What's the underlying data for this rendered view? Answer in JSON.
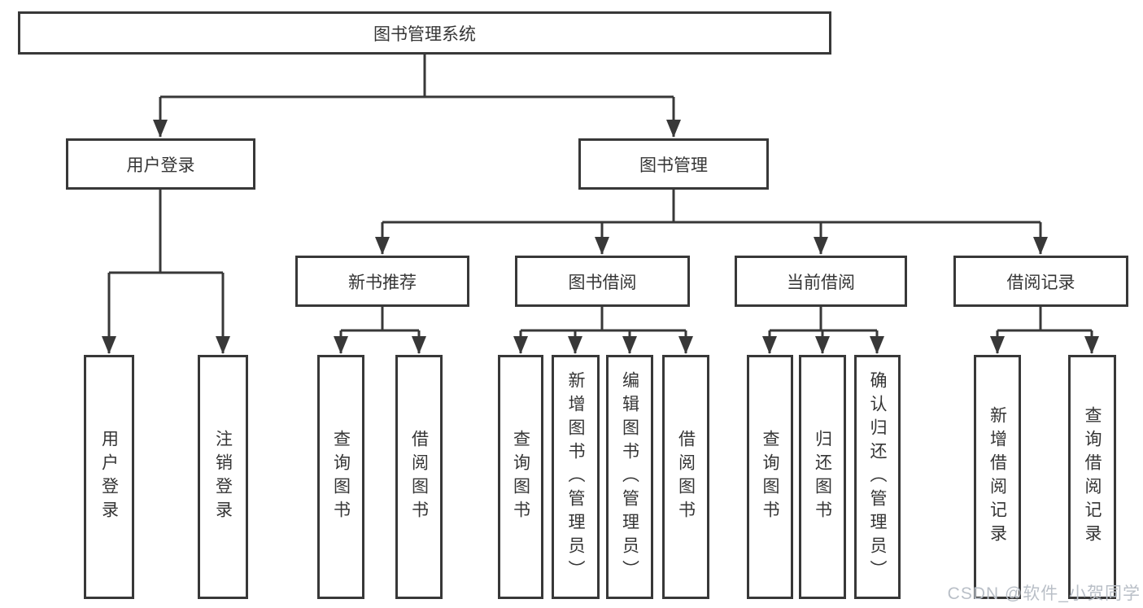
{
  "page": {
    "background": "#ffffff"
  },
  "tree": {
    "root": {
      "label": "图书管理系统"
    },
    "children": [
      {
        "label": "用户登录",
        "children": [
          {
            "label": "用户登录"
          },
          {
            "label": "注销登录"
          }
        ]
      },
      {
        "label": "图书管理",
        "children": [
          {
            "label": "新书推荐",
            "children": [
              {
                "label": "查询图书"
              },
              {
                "label": "借阅图书"
              }
            ]
          },
          {
            "label": "图书借阅",
            "children": [
              {
                "label": "查询图书"
              },
              {
                "label": "新增图书（管理员）"
              },
              {
                "label": "编辑图书（管理员）"
              },
              {
                "label": "借阅图书"
              }
            ]
          },
          {
            "label": "当前借阅",
            "children": [
              {
                "label": "查询图书"
              },
              {
                "label": "归还图书"
              },
              {
                "label": "确认归还（管理员）"
              }
            ]
          },
          {
            "label": "借阅记录",
            "children": [
              {
                "label": "新增借阅记录"
              },
              {
                "label": "查询借阅记录"
              }
            ]
          }
        ]
      }
    ]
  },
  "watermark": {
    "text": "CSDN @软件_小贺同学"
  },
  "colors": {
    "line": "#383838",
    "text": "#353535",
    "box_background": "#ffffff",
    "watermark": "#b9bfc7"
  }
}
